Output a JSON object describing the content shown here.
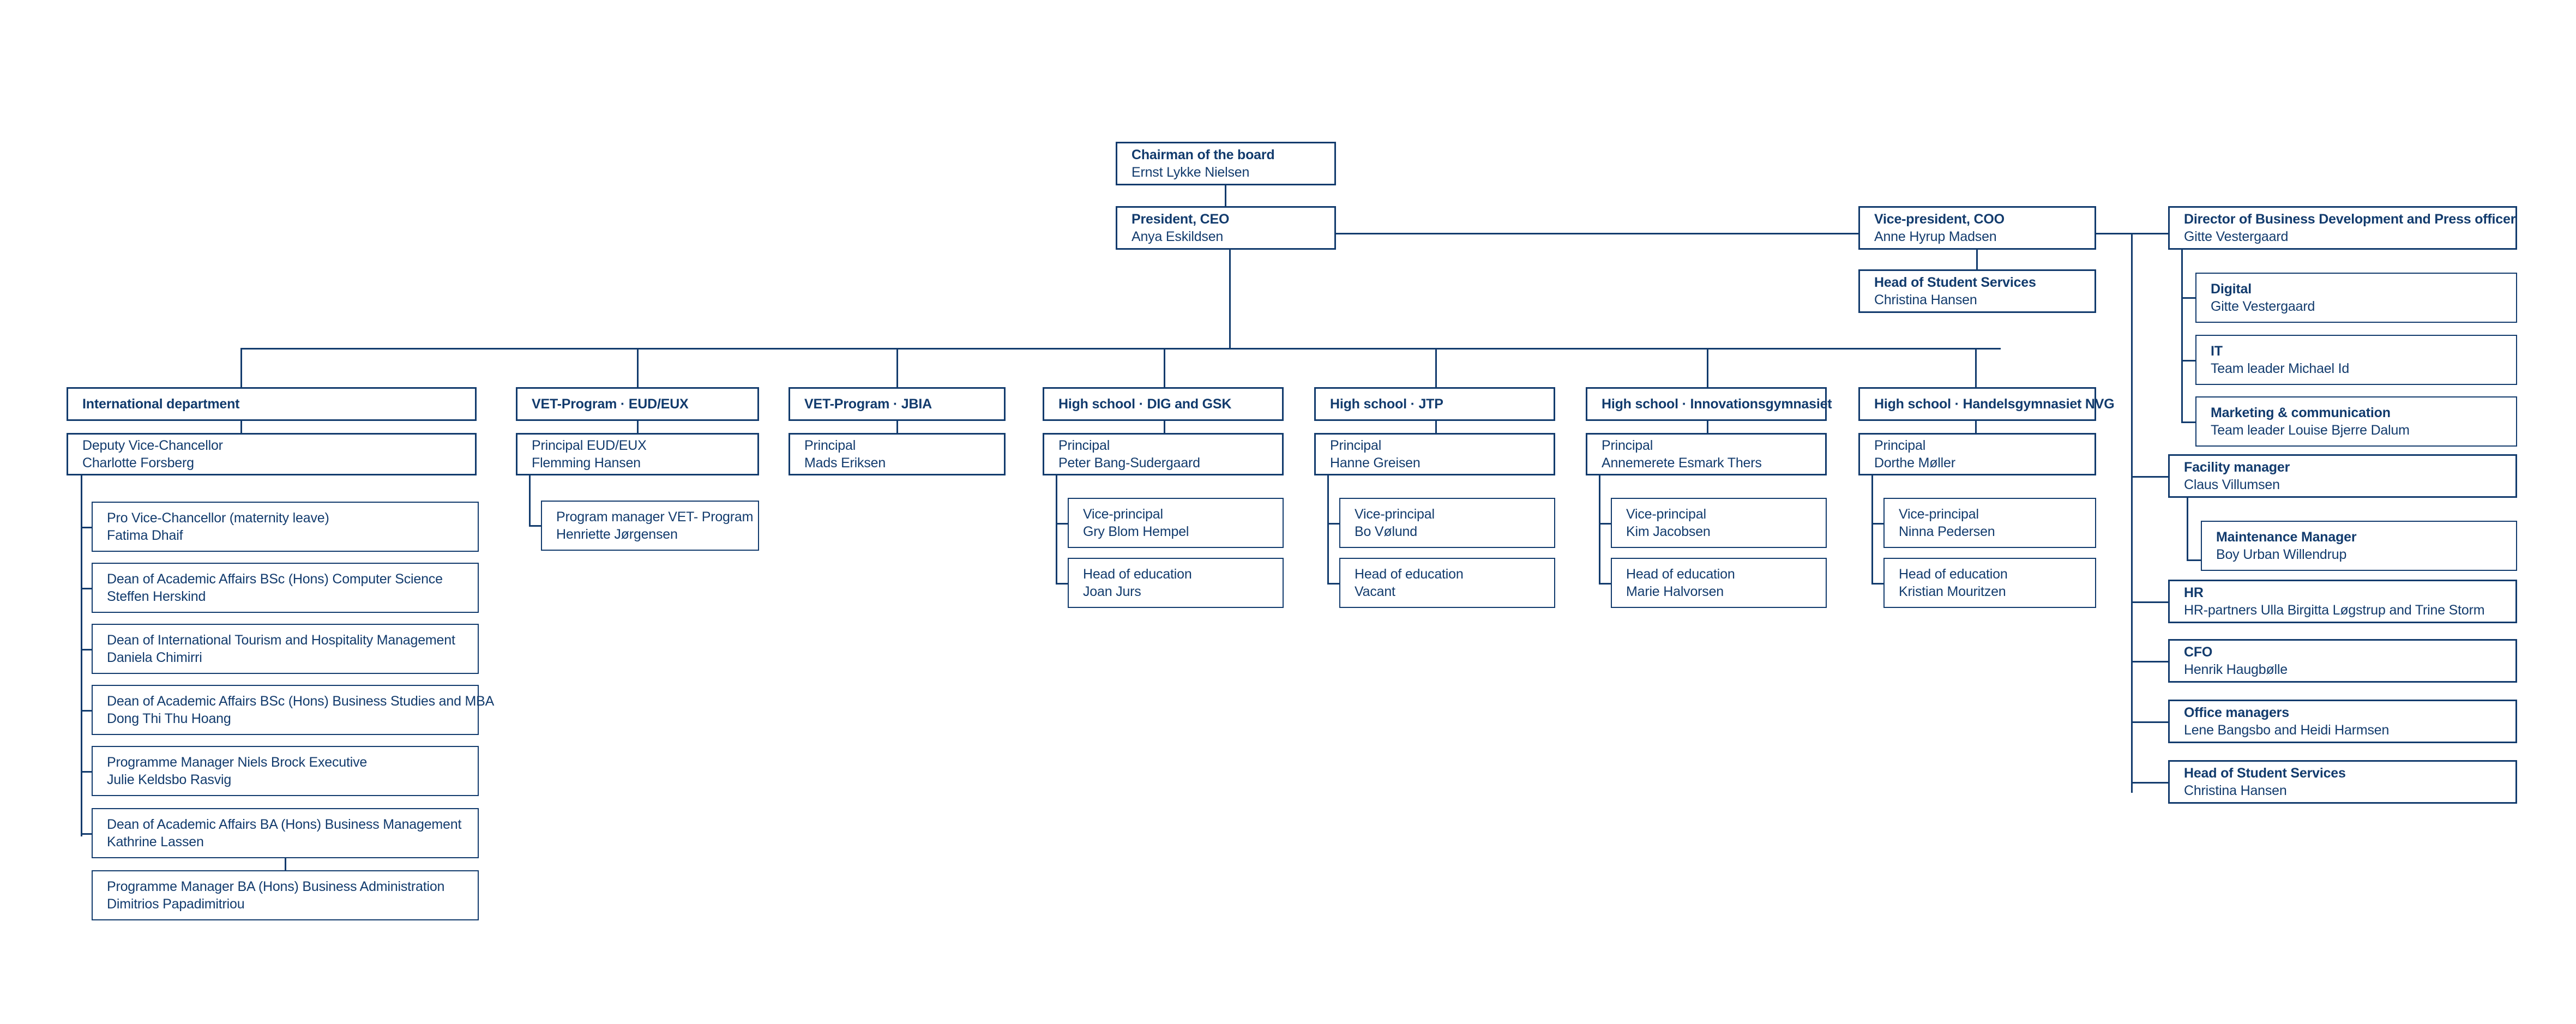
{
  "meta": {
    "title": "Niels Brock organisational chart",
    "line_color": "#123b6d",
    "box_border_color": "#123b6d",
    "background_color": "#ffffff"
  },
  "top": {
    "chairman": {
      "title": "Chairman of the board",
      "name": "Ernst Lykke Nielsen"
    },
    "ceo": {
      "title": "President, CEO",
      "name": "Anya Eskildsen"
    },
    "coo": {
      "title": "Vice-president, COO",
      "name": "Anne Hyrup Madsen"
    },
    "coo_child": {
      "title": "Head of Student Services",
      "name": "Christina Hansen"
    }
  },
  "columns": [
    {
      "header": "International department",
      "lead": {
        "title": "Deputy Vice-Chancellor",
        "name": "Charlotte Forsberg"
      },
      "children": [
        {
          "title": "Pro Vice-Chancellor (maternity leave)",
          "name": "Fatima Dhaif"
        },
        {
          "title": "Dean of Academic Affairs BSc (Hons) Computer Science",
          "name": "Steffen Herskind"
        },
        {
          "title": "Dean of International Tourism and Hospitality Management",
          "name": "Daniela Chimirri"
        },
        {
          "title": "Dean of Academic Affairs BSc (Hons) Business Studies and MBA",
          "name": "Dong Thi Thu Hoang"
        },
        {
          "title": "Programme Manager Niels Brock Executive",
          "name": "Julie Keldsbo Rasvig"
        },
        {
          "title": "Dean of Academic Affairs BA (Hons) Business Management",
          "name": "Kathrine Lassen"
        }
      ],
      "grandchild": {
        "title": "Programme Manager BA (Hons) Business Administration",
        "name": "Dimitrios Papadimitriou"
      }
    },
    {
      "header": "VET-Program · EUD/EUX",
      "lead": {
        "title": "Principal EUD/EUX",
        "name": "Flemming Hansen"
      },
      "children": [
        {
          "title": "Program manager VET- Program",
          "name": "Henriette Jørgensen"
        }
      ]
    },
    {
      "header": "VET-Program · JBIA",
      "lead": {
        "title": "Principal",
        "name": "Mads Eriksen"
      },
      "children": []
    },
    {
      "header": "High school · DIG and GSK",
      "lead": {
        "title": "Principal",
        "name": "Peter Bang-Sudergaard"
      },
      "children": [
        {
          "title": "Vice-principal",
          "name": "Gry Blom Hempel"
        },
        {
          "title": "Head of education",
          "name": "Joan Jurs"
        }
      ]
    },
    {
      "header": "High school · JTP",
      "lead": {
        "title": "Principal",
        "name": "Hanne Greisen"
      },
      "children": [
        {
          "title": "Vice-principal",
          "name": "Bo Vølund"
        },
        {
          "title": "Head of education",
          "name": "Vacant"
        }
      ]
    },
    {
      "header": "High school · Innovationsgymnasiet",
      "lead": {
        "title": "Principal",
        "name": "Annemerete Esmark Thers"
      },
      "children": [
        {
          "title": "Vice-principal",
          "name": "Kim Jacobsen"
        },
        {
          "title": "Head of education",
          "name": "Marie Halvorsen"
        }
      ]
    },
    {
      "header": "High school · Handelsgymnasiet NVG",
      "lead": {
        "title": "Principal",
        "name": "Dorthe Møller"
      },
      "children": [
        {
          "title": "Vice-principal",
          "name": "Ninna Pedersen"
        },
        {
          "title": "Head of education",
          "name": "Kristian Mouritzen"
        }
      ]
    }
  ],
  "right_column": [
    {
      "title": "Director of Business Development  and Press officer",
      "name": "Gitte Vestergaard",
      "children": [
        {
          "title": "Digital",
          "name": "Gitte Vestergaard"
        },
        {
          "title": "IT",
          "name": "Team leader Michael Id"
        },
        {
          "title": "Marketing & communication",
          "name": "Team leader Louise Bjerre Dalum"
        }
      ]
    },
    {
      "title": "Facility manager",
      "name": "Claus Villumsen",
      "children": [
        {
          "title": "Maintenance Manager",
          "name": "Boy Urban Willendrup"
        }
      ]
    },
    {
      "title": "HR",
      "name": "HR-partners Ulla Birgitta Løgstrup and Trine Storm",
      "children": []
    },
    {
      "title": "CFO",
      "name": "Henrik Haugbølle",
      "children": []
    },
    {
      "title": "Office managers",
      "name": "Lene Bangsbo and Heidi Harmsen",
      "children": []
    },
    {
      "title": "Head of Student Services",
      "name": "Christina Hansen",
      "children": []
    }
  ]
}
